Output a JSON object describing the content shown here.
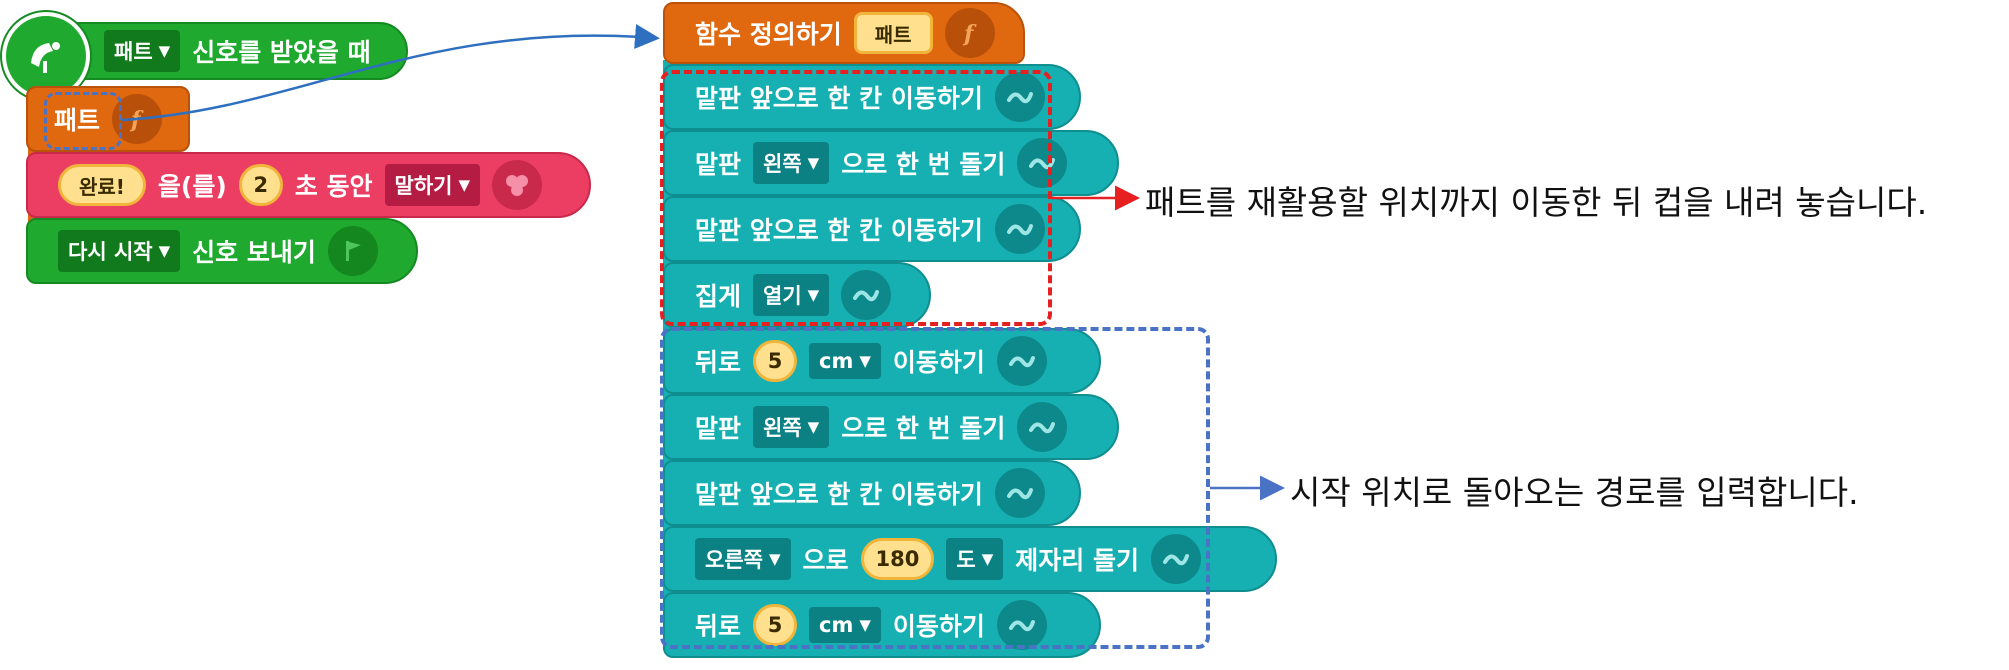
{
  "left_script": {
    "hat": {
      "dropdown": "패트",
      "text": "신호를 받았을 때"
    },
    "function_call": {
      "label": "패트"
    },
    "say": {
      "message": "완료!",
      "mid": "을(를)",
      "seconds": "2",
      "unit": "초 동안",
      "action": "말하기"
    },
    "broadcast": {
      "dropdown": "다시 시작",
      "text": "신호 보내기"
    }
  },
  "function_def": {
    "label": "함수 정의하기",
    "name": "패트"
  },
  "red_group": {
    "b1": {
      "text": "맡판 앞으로 한 칸 이동하기"
    },
    "b2": {
      "pre": "맡판",
      "dropdown": "왼쪽",
      "post": "으로 한 번 돌기"
    },
    "b3": {
      "text": "맡판 앞으로 한 칸 이동하기"
    },
    "b4": {
      "pre": "집게",
      "dropdown": "열기"
    }
  },
  "blue_group": {
    "b1": {
      "pre": "뒤로",
      "value": "5",
      "unit": "cm",
      "post": "이동하기"
    },
    "b2": {
      "pre": "맡판",
      "dropdown": "왼쪽",
      "post": "으로 한 번 돌기"
    },
    "b3": {
      "text": "맡판 앞으로 한 칸 이동하기"
    },
    "b4": {
      "dropdown": "오른쪽",
      "mid": "으로",
      "value": "180",
      "unit": "도",
      "post": "제자리 돌기"
    },
    "b5": {
      "pre": "뒤로",
      "value": "5",
      "unit": "cm",
      "post": "이동하기"
    }
  },
  "notes": {
    "red_note": "패트를 재활용할 위치까지 이동한 뒤 컵을 내려 놓습니다.",
    "blue_note": "시작 위치로 돌아오는 경로를 입력합니다."
  },
  "icons": {
    "hat": "radar-dish-icon",
    "function": "function-f-icon",
    "robot": "robot-link-icon",
    "speech": "speech-circles-icon",
    "flag": "flag-icon"
  },
  "colors": {
    "green": "#1faa2f",
    "orange": "#e0680f",
    "red_block": "#ec3d63",
    "teal": "#17b0b2",
    "yellow": "#ffe08f",
    "dash_red": "#e62020",
    "dash_blue": "#4a73c6"
  }
}
